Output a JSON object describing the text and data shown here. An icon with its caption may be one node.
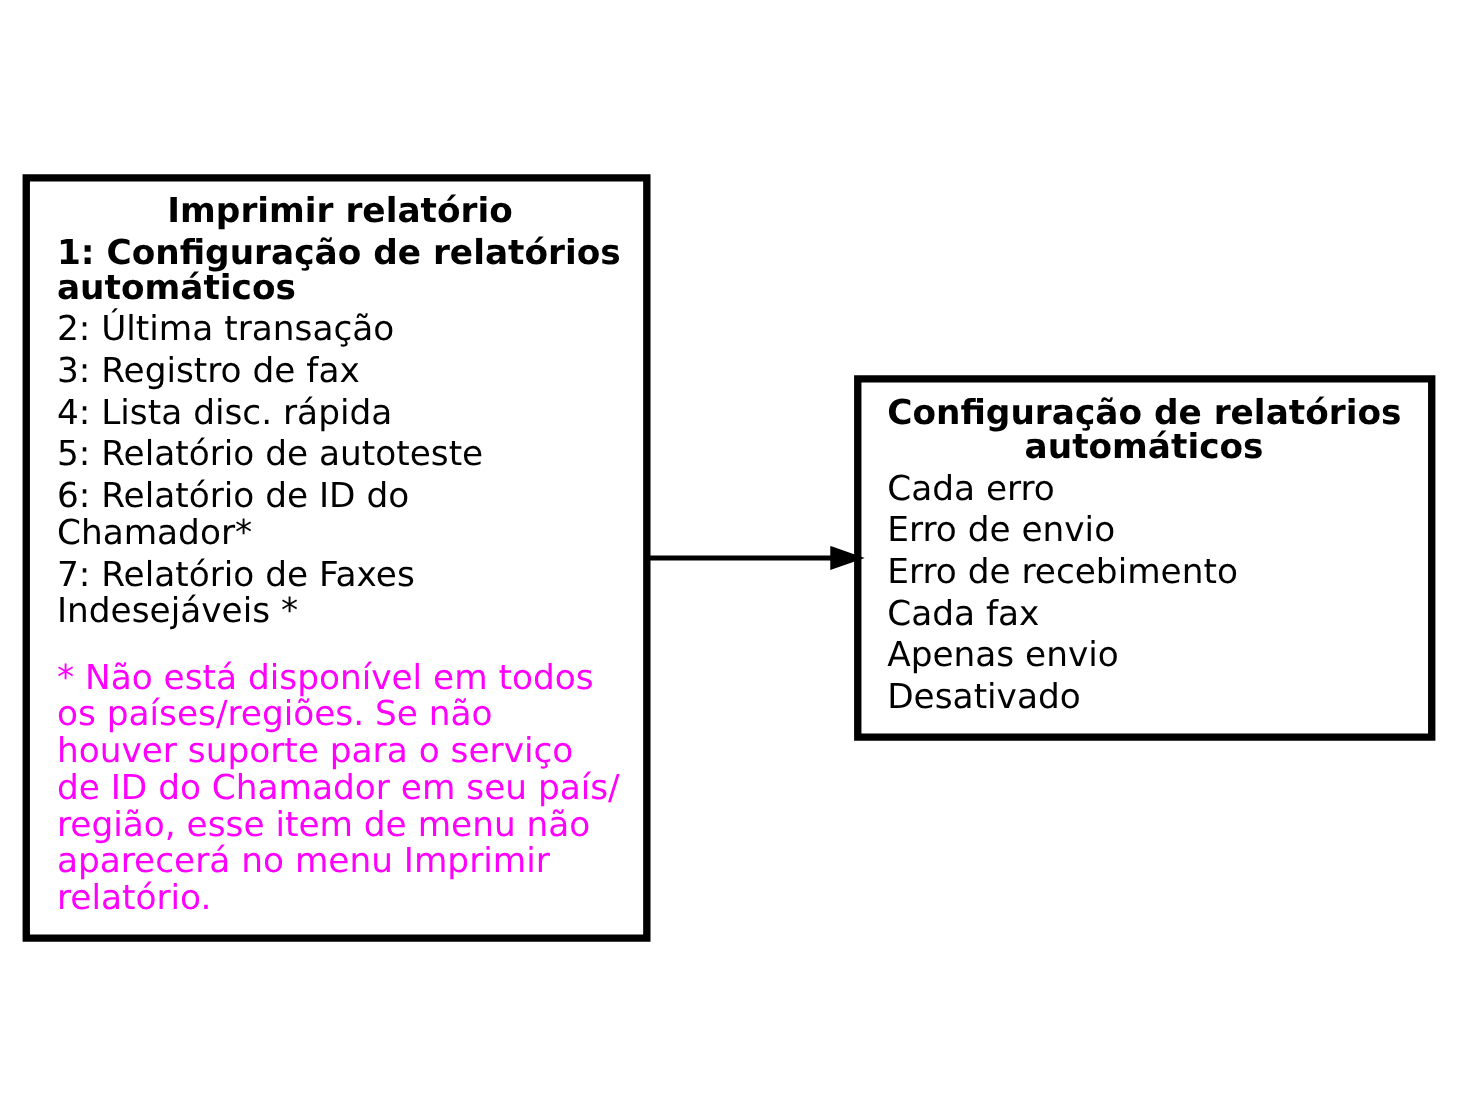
{
  "diagram": {
    "nodes": [
      {
        "text": [
          "Imprimir relatório",
          "1: Configuração de relatórios automáticos",
          "2: Última transação",
          "3: Registro de fax",
          "4: Lista disc. rápida",
          "5: Relatório de autoteste",
          "6: Relatório de ID do Chamador*",
          "7: Relatório de Faxes Indesejáveis *",
          "* Não está disponível em todos os países/regiões. Se não houver suporte para o serviço de ID do Chamador em seu país/ região, esse item de menu não aparecerá no menu Imprimir relatório."
        ]
      },
      {
        "text": [
          "Configuração de relatórios automáticos",
          "Cada erro",
          "Erro de envio",
          "Erro de recebimento",
          "Cada fax",
          "Apenas envio",
          "Desativado"
        ]
      }
    ],
    "edges": [
      {
        "from": 0,
        "to": 1,
        "arrow": "to"
      }
    ]
  }
}
